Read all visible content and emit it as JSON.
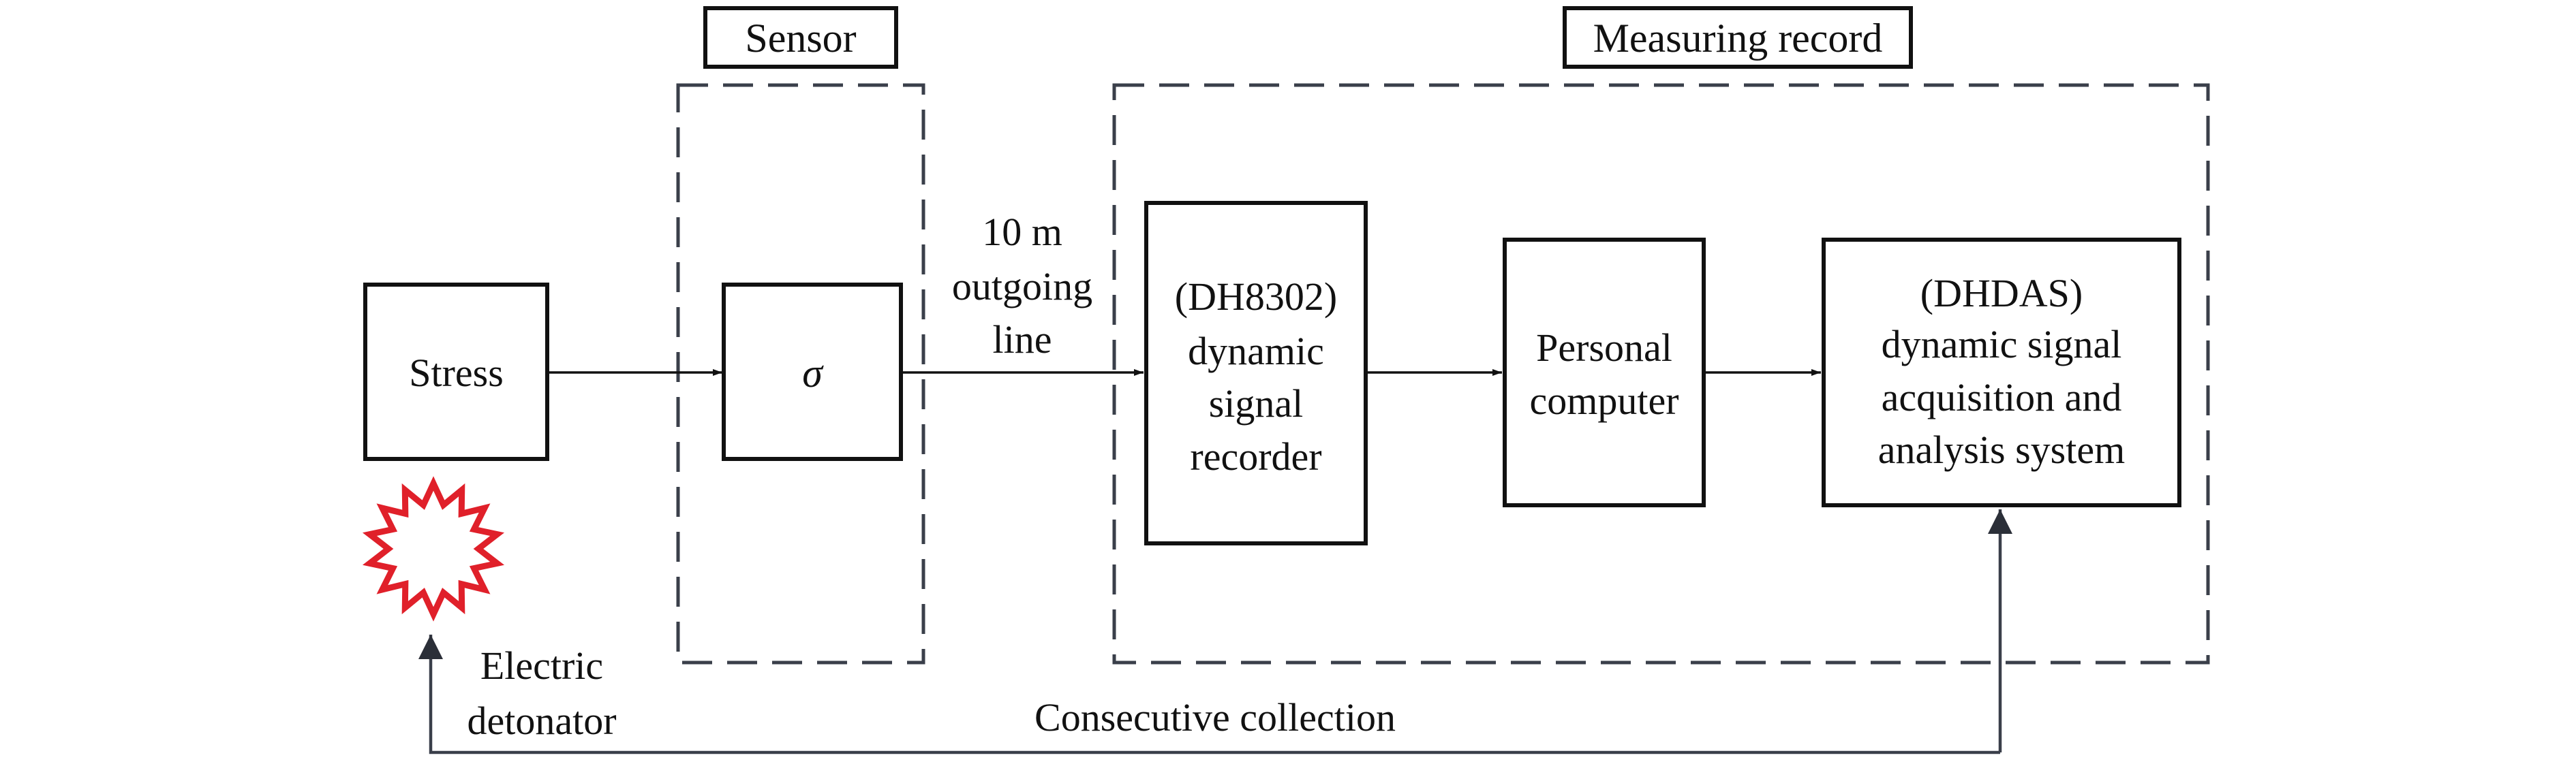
{
  "groups": {
    "sensor_title": "Sensor",
    "measuring_title": "Measuring record"
  },
  "nodes": {
    "stress": "Stress",
    "sigma": "σ",
    "recorder": [
      "(DH8302)",
      "dynamic",
      "signal",
      "recorder"
    ],
    "computer": [
      "Personal",
      "computer"
    ],
    "dhdas": [
      "(DHDAS)",
      "dynamic signal",
      "acquisition and",
      "analysis system"
    ],
    "detonator": [
      "Electric",
      "detonator"
    ]
  },
  "edges": {
    "outgoing_line": [
      "10 m",
      "outgoing",
      "line"
    ],
    "loop_label": "Consecutive collection"
  },
  "colors": {
    "line": "#111111",
    "dashed": "#3a3f4a",
    "burst": "#e0202a"
  },
  "icons": {
    "detonator": "explosion-burst-icon"
  }
}
